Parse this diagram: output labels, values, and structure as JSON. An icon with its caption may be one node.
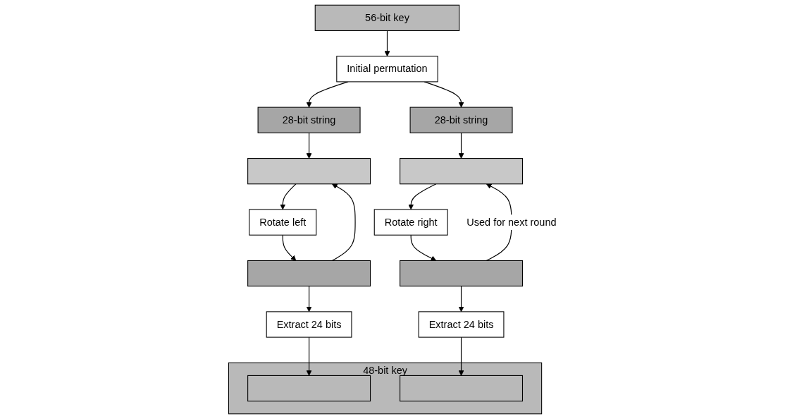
{
  "diagram": {
    "nodes": [
      {
        "text": [
          "56-bit key"
        ]
      },
      {
        "text": [
          "Initial permutation"
        ]
      },
      {
        "text": [
          "28-bit string"
        ]
      },
      {
        "text": [
          "28-bit string"
        ]
      },
      {
        "text": [],
        "shape": "bar"
      },
      {
        "text": [],
        "shape": "bar"
      },
      {
        "text": [
          "Rotate left"
        ]
      },
      {
        "text": [
          "Rotate right"
        ]
      },
      {
        "text": [],
        "shape": "bar"
      },
      {
        "text": [],
        "shape": "bar"
      },
      {
        "text": [
          "Extract 24 bits"
        ]
      },
      {
        "text": [
          "Extract 24 bits"
        ]
      },
      {
        "text": [
          "48-bit key"
        ]
      },
      {
        "text": [],
        "shape": "bar",
        "in": 12
      },
      {
        "text": [],
        "shape": "bar",
        "in": 12
      }
    ],
    "edges": [
      {
        "from": 0,
        "to": 1,
        "arrow": "to"
      },
      {
        "from": 1,
        "to": 2,
        "arrow": "to"
      },
      {
        "from": 1,
        "to": 3,
        "arrow": "to"
      },
      {
        "from": 2,
        "to": 4,
        "arrow": "to"
      },
      {
        "from": 3,
        "to": 5,
        "arrow": "to"
      },
      {
        "from": 4,
        "to": 6,
        "arrow": "to"
      },
      {
        "from": 5,
        "to": 7,
        "arrow": "to"
      },
      {
        "from": 6,
        "to": 8,
        "arrow": "to"
      },
      {
        "from": 7,
        "to": 9,
        "arrow": "to"
      },
      {
        "from": 8,
        "to": 4,
        "arrow": "to"
      },
      {
        "from": 9,
        "to": 5,
        "arrow": "to",
        "label": "Used for next round"
      },
      {
        "from": 8,
        "to": 10,
        "arrow": "to"
      },
      {
        "from": 9,
        "to": 11,
        "arrow": "to"
      },
      {
        "from": 10,
        "to": 13,
        "arrow": "to"
      },
      {
        "from": 11,
        "to": 14,
        "arrow": "to"
      }
    ]
  }
}
